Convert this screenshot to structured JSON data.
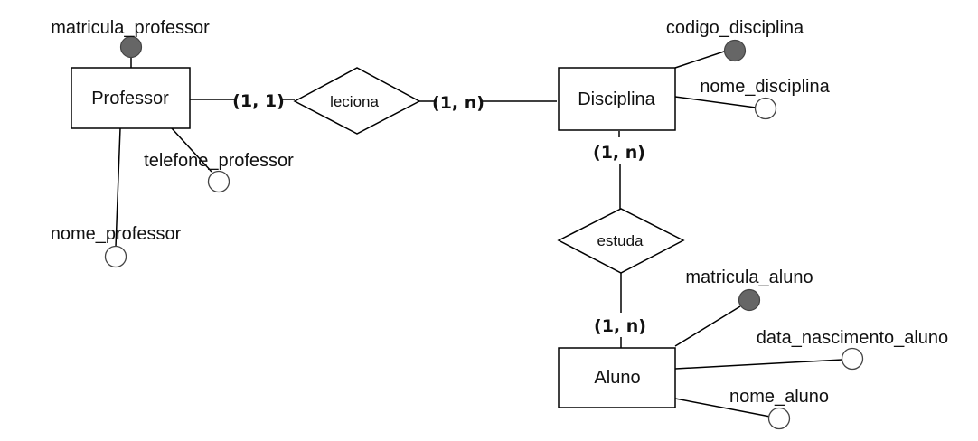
{
  "entities": {
    "professor": "Professor",
    "disciplina": "Disciplina",
    "aluno": "Aluno"
  },
  "relationships": {
    "leciona": "leciona",
    "estuda": "estuda"
  },
  "cardinalities": {
    "leciona_professor": "(1, 1)",
    "leciona_disciplina": "(1, n)",
    "estuda_disciplina": "(1, n)",
    "estuda_aluno": "(1, n)"
  },
  "attributes": {
    "matricula_professor": "matricula_professor",
    "telefone_professor": "telefone_professor",
    "nome_professor": "nome_professor",
    "codigo_disciplina": "codigo_disciplina",
    "nome_disciplina": "nome_disciplina",
    "matricula_aluno": "matricula_aluno",
    "data_nascimento_aluno": "data_nascimento_aluno",
    "nome_aluno": "nome_aluno"
  },
  "colors": {
    "key_attribute_fill": "#666666",
    "attribute_fill": "#ffffff"
  }
}
